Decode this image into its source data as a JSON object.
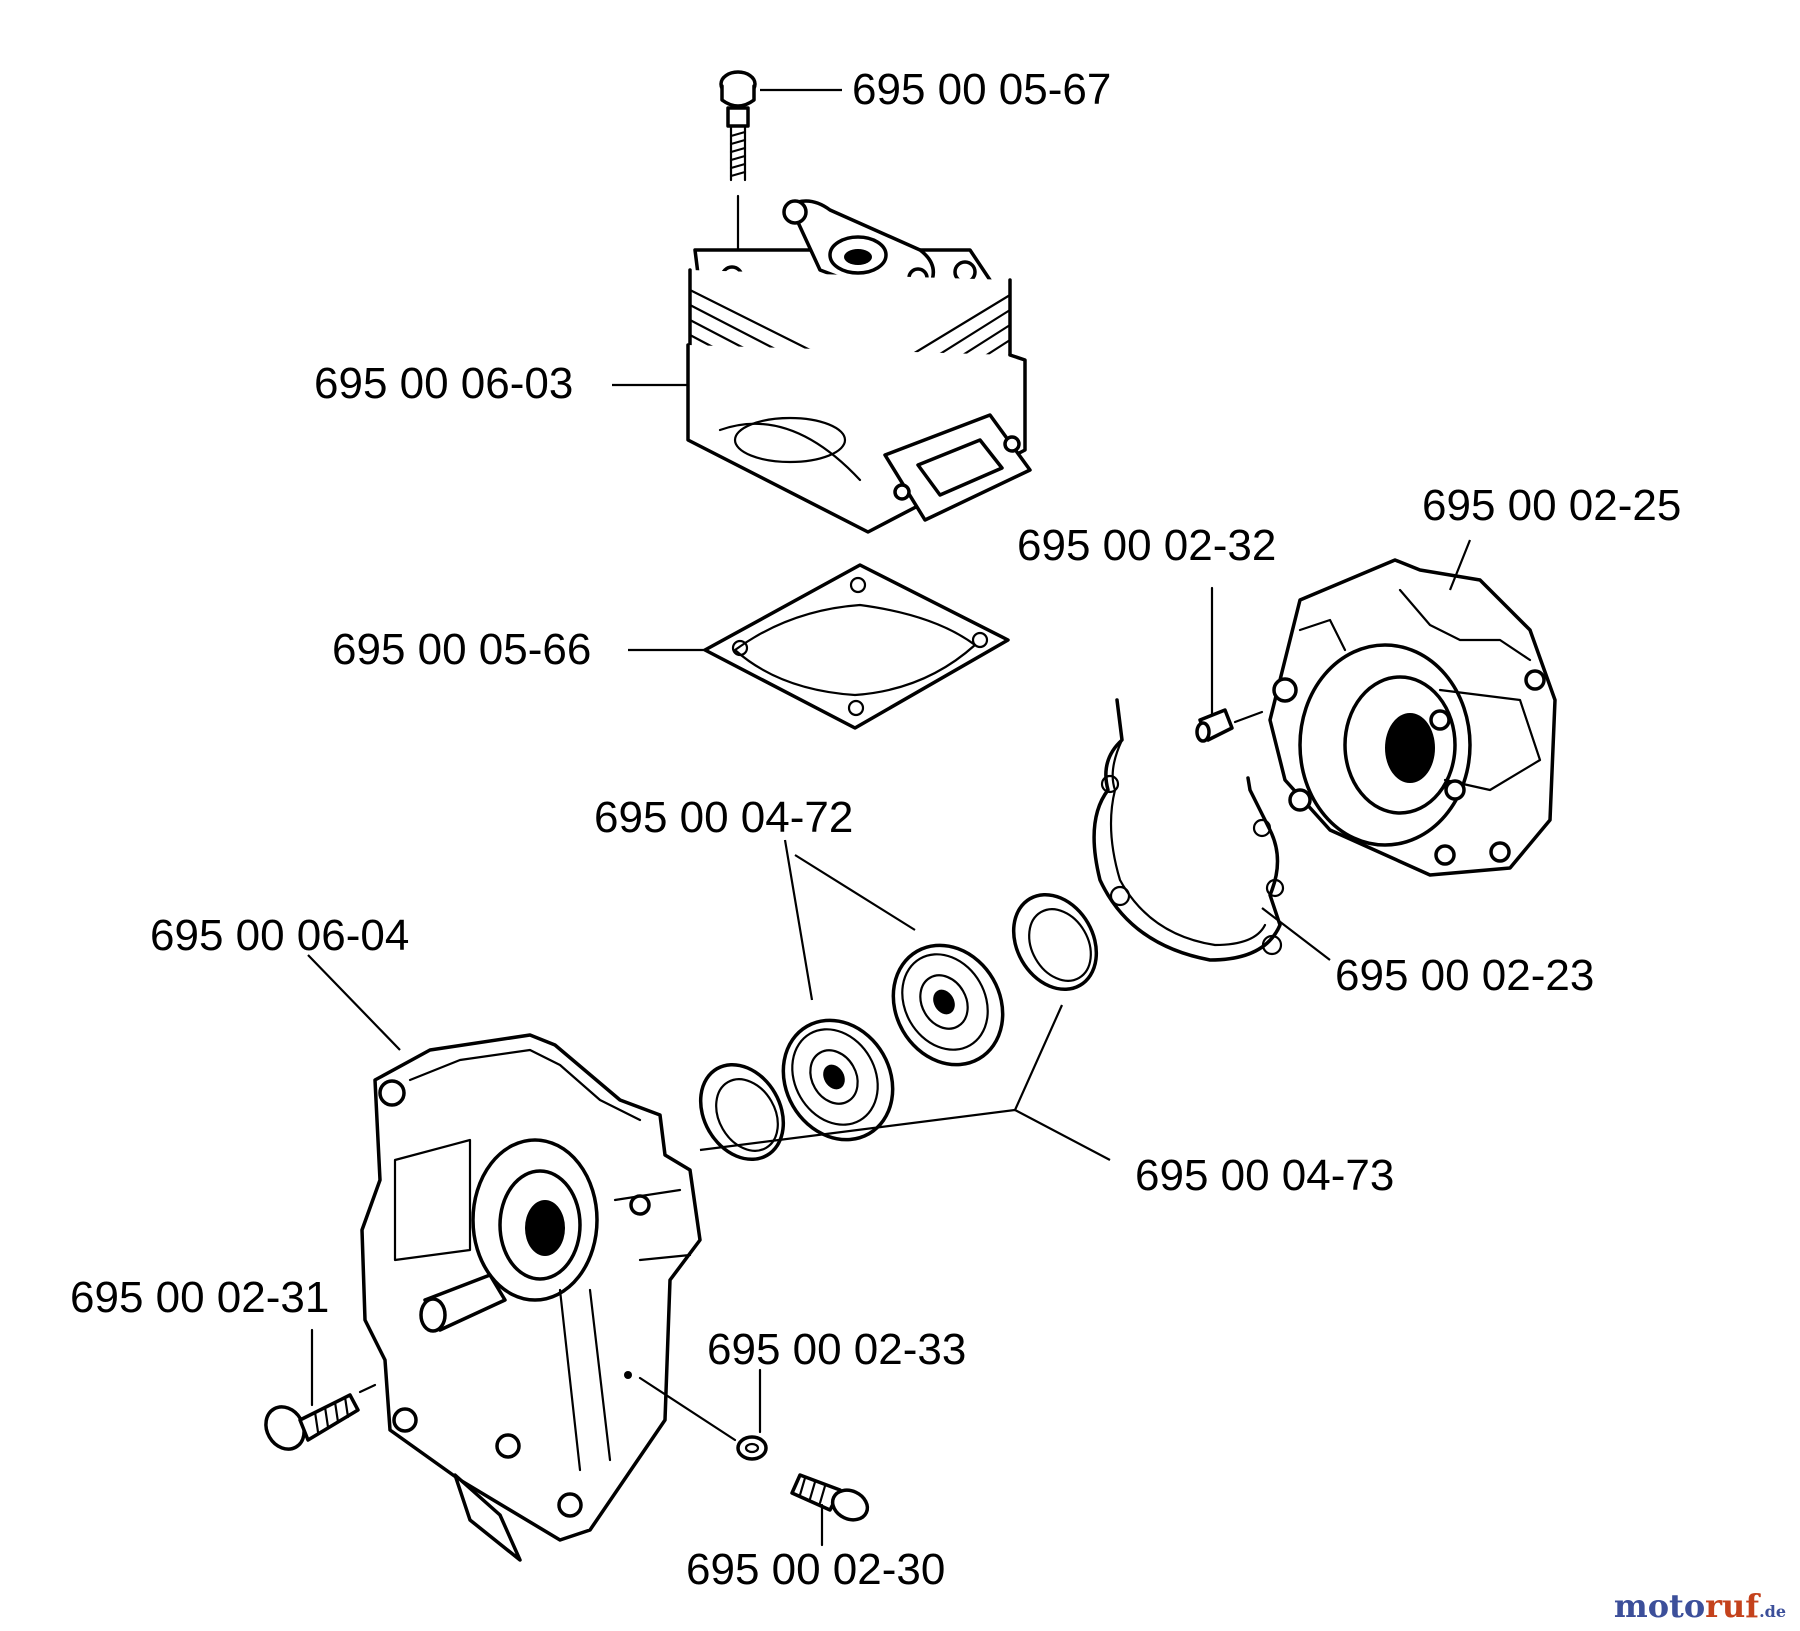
{
  "parts": {
    "screw_top": "695 00 05-67",
    "cylinder": "695 00 06-03",
    "cylinder_gasket": "695 00 05-66",
    "pin": "695 00 02-32",
    "crankcase_right": "695 00 02-25",
    "bearing": "695 00 04-72",
    "crankcase_gasket": "695 00 02-23",
    "crankcase_left": "695 00 06-04",
    "seal_ring": "695 00 04-73",
    "screw_left": "695 00 02-31",
    "washer": "695 00 02-33",
    "screw_bottom": "695 00 02-30"
  },
  "watermark": {
    "part1": "moto",
    "part2": "ruf",
    "part3": ".de"
  }
}
